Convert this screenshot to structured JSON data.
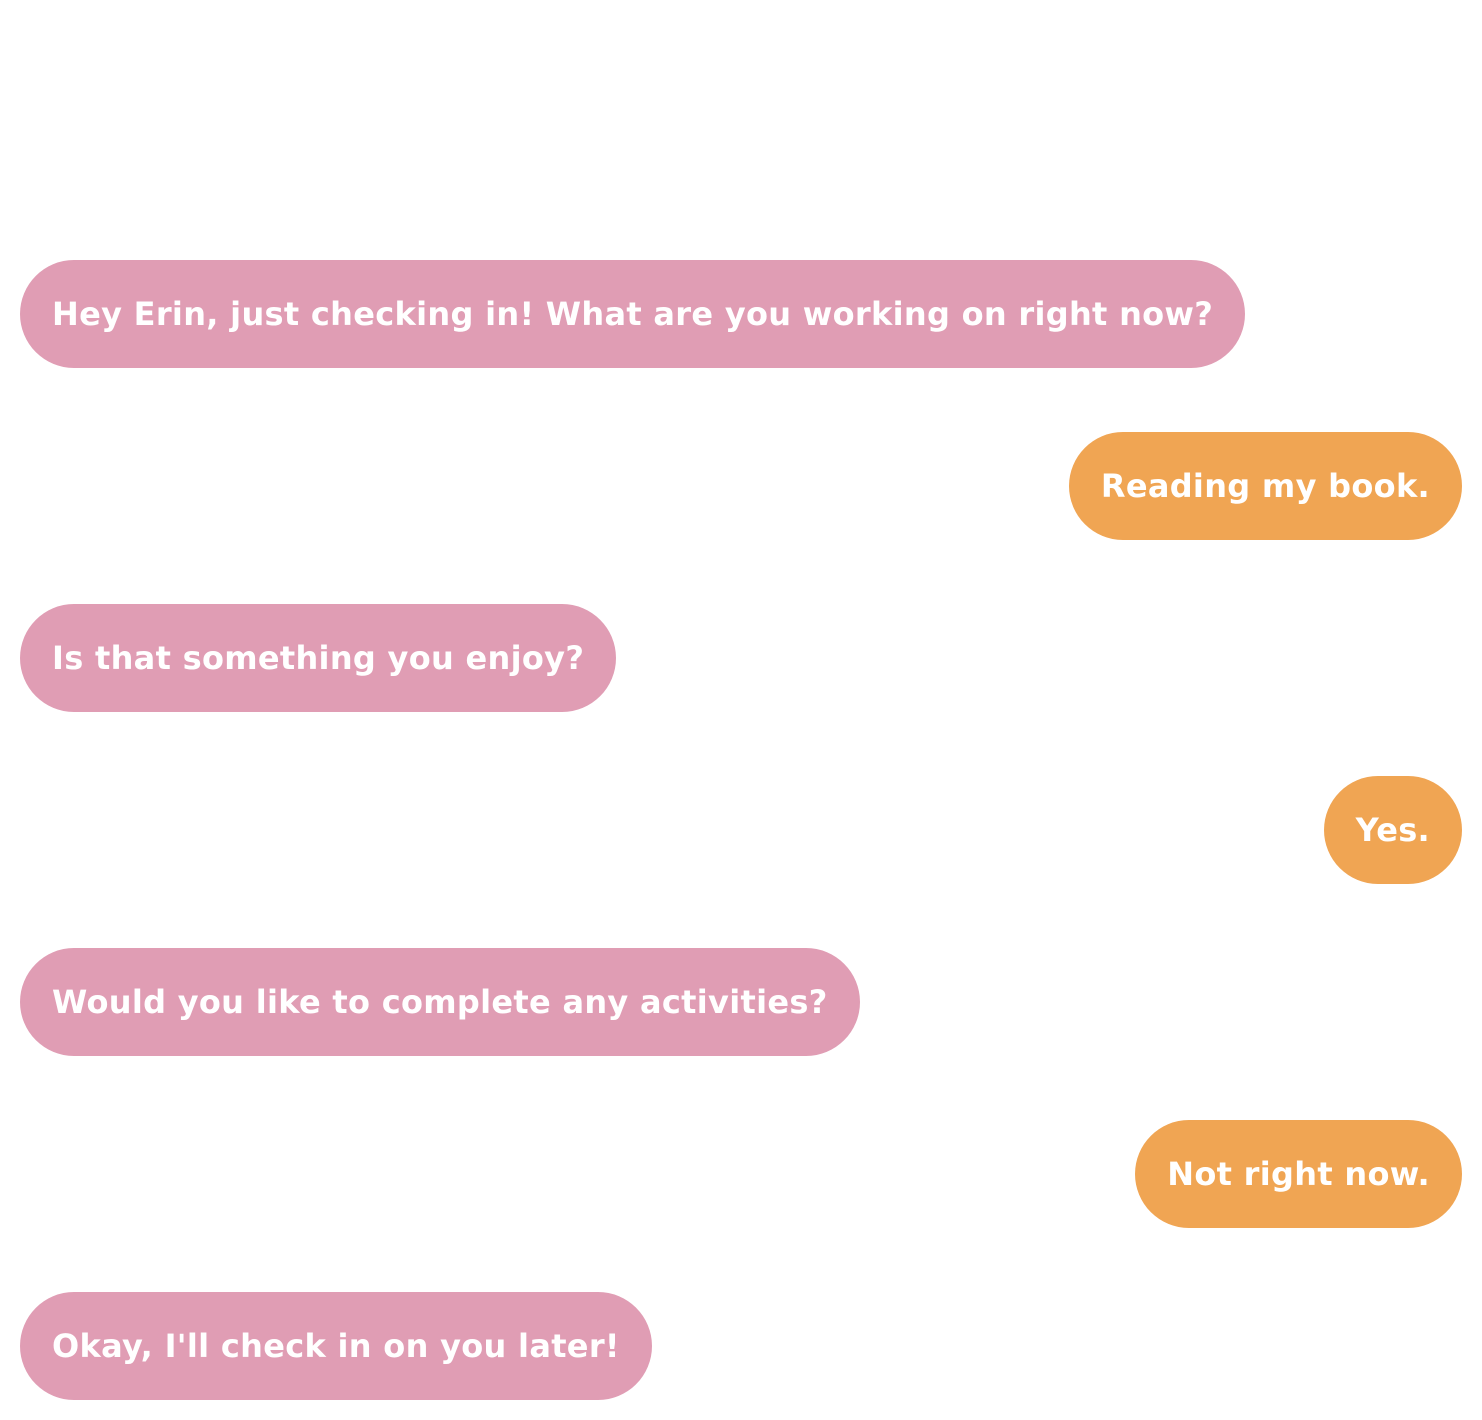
{
  "colors": {
    "background": "#ffffff",
    "bot_bubble": "#e09db4",
    "user_bubble": "#f0a553",
    "bubble_text": "#ffffff"
  },
  "messages": [
    {
      "sender": "bot",
      "text": "Hey Erin, just checking in! What are you working on right now?"
    },
    {
      "sender": "user",
      "text": "Reading my book."
    },
    {
      "sender": "bot",
      "text": "Is that something you enjoy?"
    },
    {
      "sender": "user",
      "text": "Yes."
    },
    {
      "sender": "bot",
      "text": "Would you like to complete any activities?"
    },
    {
      "sender": "user",
      "text": "Not right now."
    },
    {
      "sender": "bot",
      "text": "Okay, I'll check in on you later!"
    }
  ]
}
